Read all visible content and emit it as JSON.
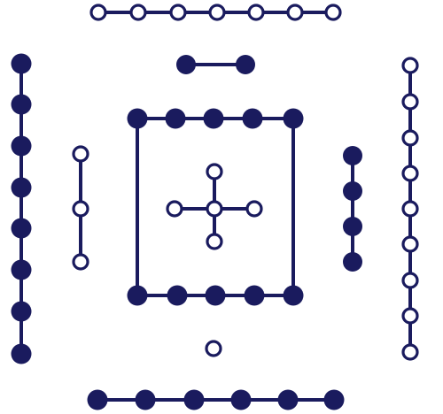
{
  "colors": {
    "ink": "#1a1b5e",
    "hollow_fill": "#ffffff",
    "background": "#ffffff"
  },
  "figure": {
    "groups": [
      {
        "name": "top-row-hollow",
        "dot_count": 7,
        "fill": "hollow"
      },
      {
        "name": "upper-pair-solid",
        "dot_count": 2,
        "fill": "solid"
      },
      {
        "name": "left-column-solid",
        "dot_count": 8,
        "fill": "solid"
      },
      {
        "name": "right-column-hollow",
        "dot_count": 9,
        "fill": "hollow"
      },
      {
        "name": "inner-left-hollow",
        "dot_count": 3,
        "fill": "hollow"
      },
      {
        "name": "inner-right-solid",
        "dot_count": 4,
        "fill": "solid"
      },
      {
        "name": "square-top-solid",
        "dot_count": 5,
        "fill": "solid"
      },
      {
        "name": "square-bottom-solid",
        "dot_count": 5,
        "fill": "solid"
      },
      {
        "name": "center-cross-hollow",
        "dot_count": 5,
        "fill": "hollow"
      },
      {
        "name": "single-hollow",
        "dot_count": 1,
        "fill": "hollow"
      },
      {
        "name": "bottom-row-solid",
        "dot_count": 6,
        "fill": "solid"
      }
    ]
  }
}
